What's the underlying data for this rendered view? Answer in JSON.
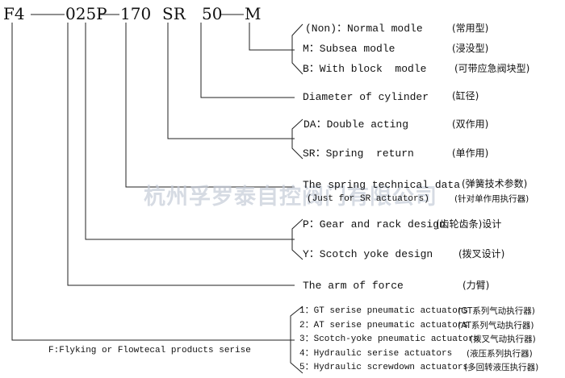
{
  "model_code": {
    "f4": "F4",
    "p025": "025P",
    "n170": "170",
    "sr": "SR",
    "n50": "50",
    "m": "M"
  },
  "groups": {
    "m": [
      {
        "en": "(Non)：Normal modle",
        "cn": "(常用型)"
      },
      {
        "en": "M：Subsea modle",
        "cn": "(浸没型)"
      },
      {
        "en": "B：With block  modle",
        "cn": "(可带应急阀块型)"
      }
    ],
    "n50": {
      "en": "Diameter of cylinder",
      "cn": "(缸径)"
    },
    "sr": [
      {
        "en": "DA：Double acting",
        "cn": "(双作用)"
      },
      {
        "en": "SR：Spring  return",
        "cn": "(单作用)"
      }
    ],
    "n170": {
      "en": "The spring technical data",
      "cn": "(弹簧技术参数)",
      "sub_en": "(Just for SR actuators)",
      "sub_cn": "(针对单作用执行器)"
    },
    "p025": [
      {
        "en": "P：Gear and rack design",
        "cn": "(齿轮齿条)设计"
      },
      {
        "en": "Y：Scotch yoke design",
        "cn": "(拨叉设计)"
      }
    ],
    "arm": {
      "en": "The arm of force",
      "cn": "(力臂)"
    },
    "f4": {
      "label": "F:Flyking or Flowtecal products serise",
      "items": [
        {
          "en": "1：GT serise pneumatic actuators",
          "cn": "(GT系列气动执行器)"
        },
        {
          "en": "2：AT serise pneumatic actuators",
          "cn": "(AT系列气动执行器)"
        },
        {
          "en": "3：Scotch-yoke pneumatic actuators",
          "cn": "(拨叉气动执行器)"
        },
        {
          "en": "4：Hydraulic serise actuators",
          "cn": "(液压系列执行器)"
        },
        {
          "en": "5：Hydraulic screwdown actuators",
          "cn": "(多回转液压执行器)"
        }
      ]
    }
  },
  "watermark": "杭州孚罗泰自控阀门有限公司",
  "colors": {
    "ink": "#111111",
    "line": "#222222",
    "watermark": "#c6ccd8"
  }
}
